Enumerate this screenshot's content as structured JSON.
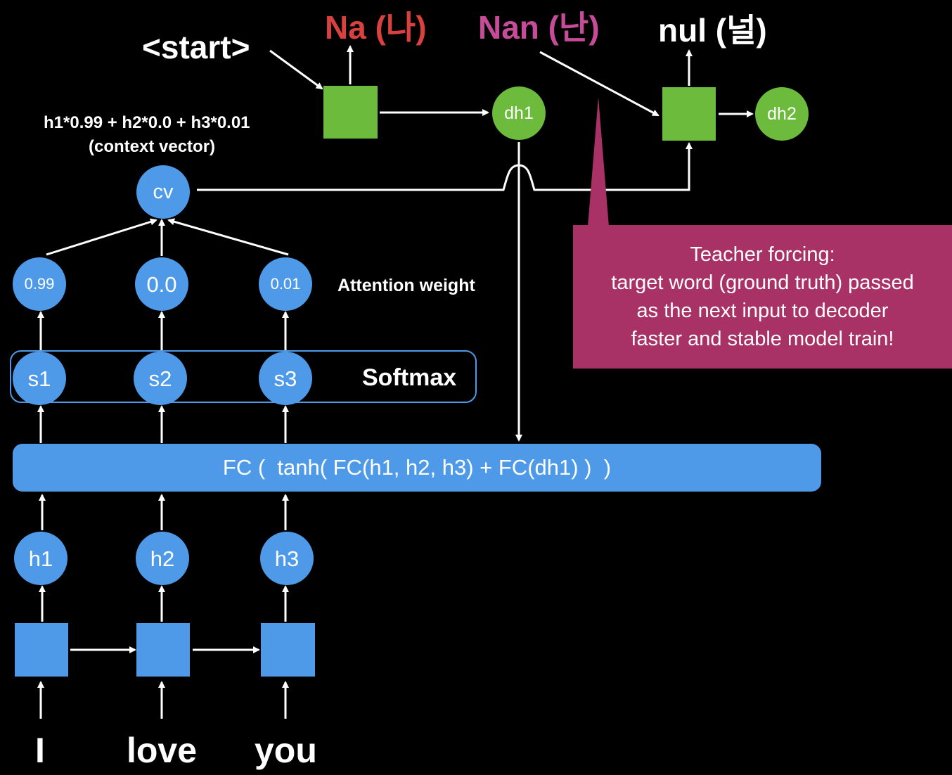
{
  "colors": {
    "background": "#000000",
    "blue": "#4f9ae8",
    "green": "#6cbb3c",
    "callout": "#a83266",
    "word_na": "#d9413f",
    "word_nan": "#c64b99",
    "white": "#ffffff"
  },
  "decoder": {
    "start_token": "<start>",
    "outputs": [
      {
        "text": "Na (나)",
        "color": "word_na"
      },
      {
        "text": "Nan (난)",
        "color": "word_nan"
      },
      {
        "text": "nul (널)",
        "color": "white"
      }
    ],
    "states": [
      "dh1",
      "dh2"
    ]
  },
  "context": {
    "formula": "h1*0.99 + h2*0.0 + h3*0.01",
    "caption": "(context vector)",
    "node": "cv"
  },
  "attention": {
    "weights": [
      "0.99",
      "0.0",
      "0.01"
    ],
    "label": "Attention weight"
  },
  "softmax": {
    "scores": [
      "s1",
      "s2",
      "s3"
    ],
    "label": "Softmax"
  },
  "fc_formula": "FC (  tanh( FC(h1, h2, h3) + FC(dh1) )  )",
  "encoder": {
    "hidden": [
      "h1",
      "h2",
      "h3"
    ],
    "words": [
      "I",
      "love",
      "you"
    ]
  },
  "callout": {
    "lines": [
      "Teacher forcing:",
      "target word (ground truth) passed",
      "as the next input to decoder",
      "faster and stable model train!"
    ]
  }
}
